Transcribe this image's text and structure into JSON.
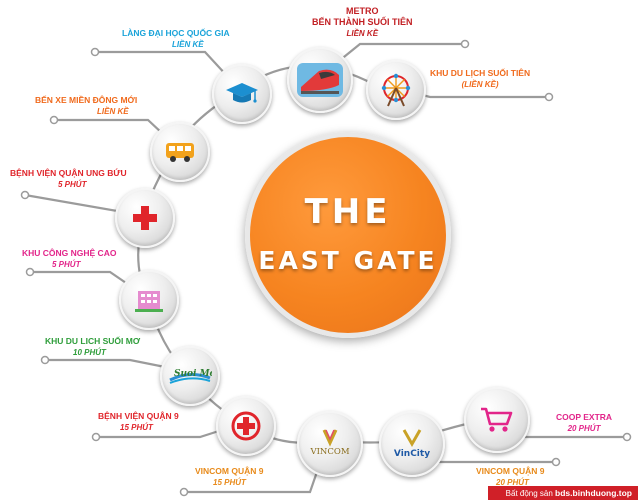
{
  "center": {
    "line1": "THE",
    "line2": "EAST GATE"
  },
  "colors": {
    "center": "#f68420",
    "blue": "#1aa3d9",
    "orange": "#f06a1c",
    "red": "#e0252b",
    "pink": "#e2258a",
    "green": "#2e9d3a",
    "line": "#9b9b9b"
  },
  "places": [
    {
      "name": "LÀNG ĐẠI HỌC QUỐC GIA",
      "time": "LIỀN KỀ",
      "icon": "graduation-cap-icon"
    },
    {
      "name": "METRO",
      "name2": "BẾN THÀNH SUỐI TIÊN",
      "time": "LIỀN KỀ",
      "icon": "metro-train-icon"
    },
    {
      "name": "KHU DU LỊCH SUỐI TIÊN",
      "time": "(LIỀN KỀ)",
      "icon": "ferris-wheel-icon"
    },
    {
      "name": "BẾN XE MIỀN ĐÔNG MỚI",
      "time": "LIỀN KỀ",
      "icon": "bus-icon"
    },
    {
      "name": "BỆNH VIỆN QUẬN UNG BỨU",
      "time": "5 PHÚT",
      "icon": "hospital-cross-icon"
    },
    {
      "name": "KHU CÔNG NGHỆ CAO",
      "time": "5 PHÚT",
      "icon": "building-icon"
    },
    {
      "name": "KHU DU LICH SUỐI MƠ",
      "time": "10 PHÚT",
      "icon": "suoi-mo-logo-icon",
      "logo": "Suoi Mo"
    },
    {
      "name": "BỆNH VIỆN QUẬN 9",
      "time": "15 PHÚT",
      "icon": "hospital-plus-icon"
    },
    {
      "name": "VINCOM QUẬN 9",
      "time": "15 PHÚT",
      "icon": "vincom-logo-icon",
      "logo": "VINCOM"
    },
    {
      "name": "VINCOM QUẬN 9",
      "time": "20 PHÚT",
      "icon": "vincity-logo-icon",
      "logo": "VinCity"
    },
    {
      "name": "COOP EXTRA",
      "time": "20 PHÚT",
      "icon": "shopping-cart-icon"
    }
  ],
  "watermark": {
    "prefix": "Bất động sản",
    "site": "bds.binhduong.top"
  }
}
